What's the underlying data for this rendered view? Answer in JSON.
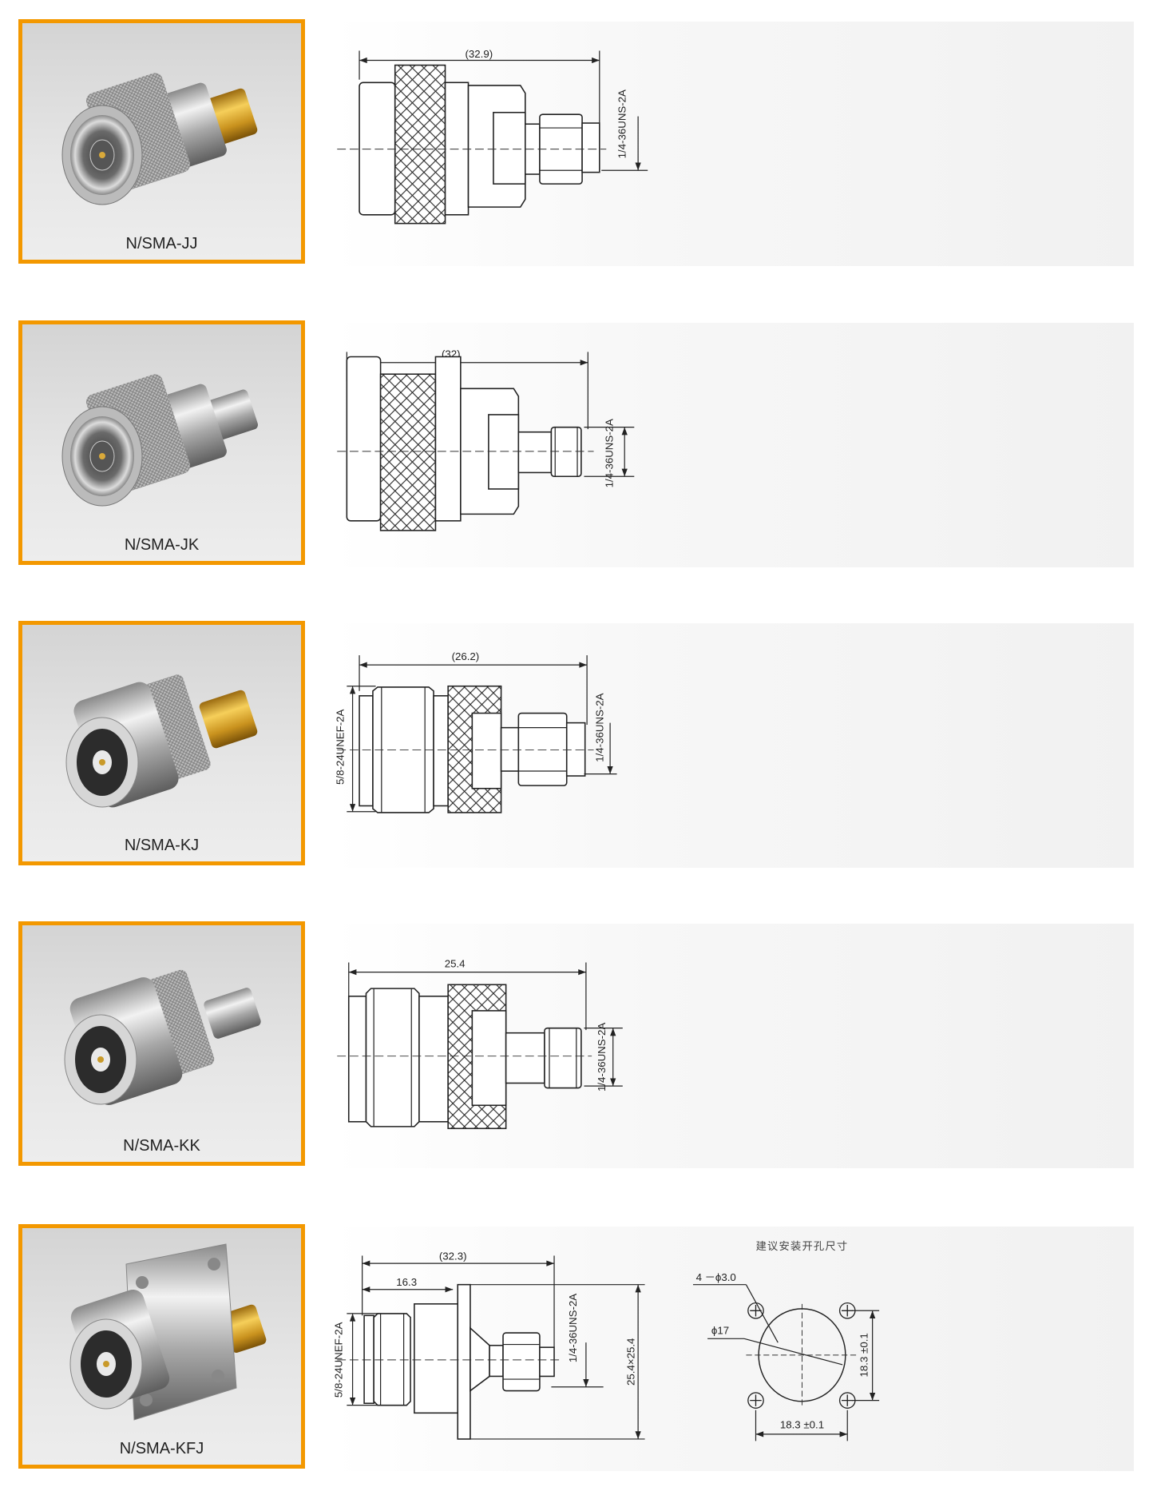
{
  "accent_color": "#f39800",
  "rows": [
    {
      "label": "N/SMA-JJ",
      "length": "(32.9)",
      "thread_right": "1/4-36UNS-2A",
      "photo": {
        "front": "male",
        "rear": "gold-plug"
      }
    },
    {
      "label": "N/SMA-JK",
      "length": "(32)",
      "thread_right": "1/4-36UNS-2A",
      "photo": {
        "front": "male",
        "rear": "silver-jack"
      }
    },
    {
      "label": "N/SMA-KJ",
      "length": "(26.2)",
      "thread_left": "5/8-24UNEF-2A",
      "thread_right": "1/4-36UNS-2A",
      "photo": {
        "front": "female",
        "rear": "gold-plug"
      }
    },
    {
      "label": "N/SMA-KK",
      "length": "25.4",
      "thread_right": "1/4-36UNS-2A",
      "photo": {
        "front": "female",
        "rear": "silver-jack"
      }
    },
    {
      "label": "N/SMA-KFJ",
      "length": "(32.3)",
      "length_front": "16.3",
      "thread_left": "5/8-24UNEF-2A",
      "thread_right": "1/4-36UNS-2A",
      "flange": "25.4×25.4",
      "photo": {
        "front": "female-flange",
        "rear": "gold-plug"
      },
      "panel_cutout": {
        "title": "建议安装开孔尺寸",
        "holes": "4 －ϕ3.0",
        "bore": "ϕ17",
        "spacing_v": "18.3 ±0.1",
        "spacing_h": "18.3 ±0.1"
      }
    }
  ]
}
